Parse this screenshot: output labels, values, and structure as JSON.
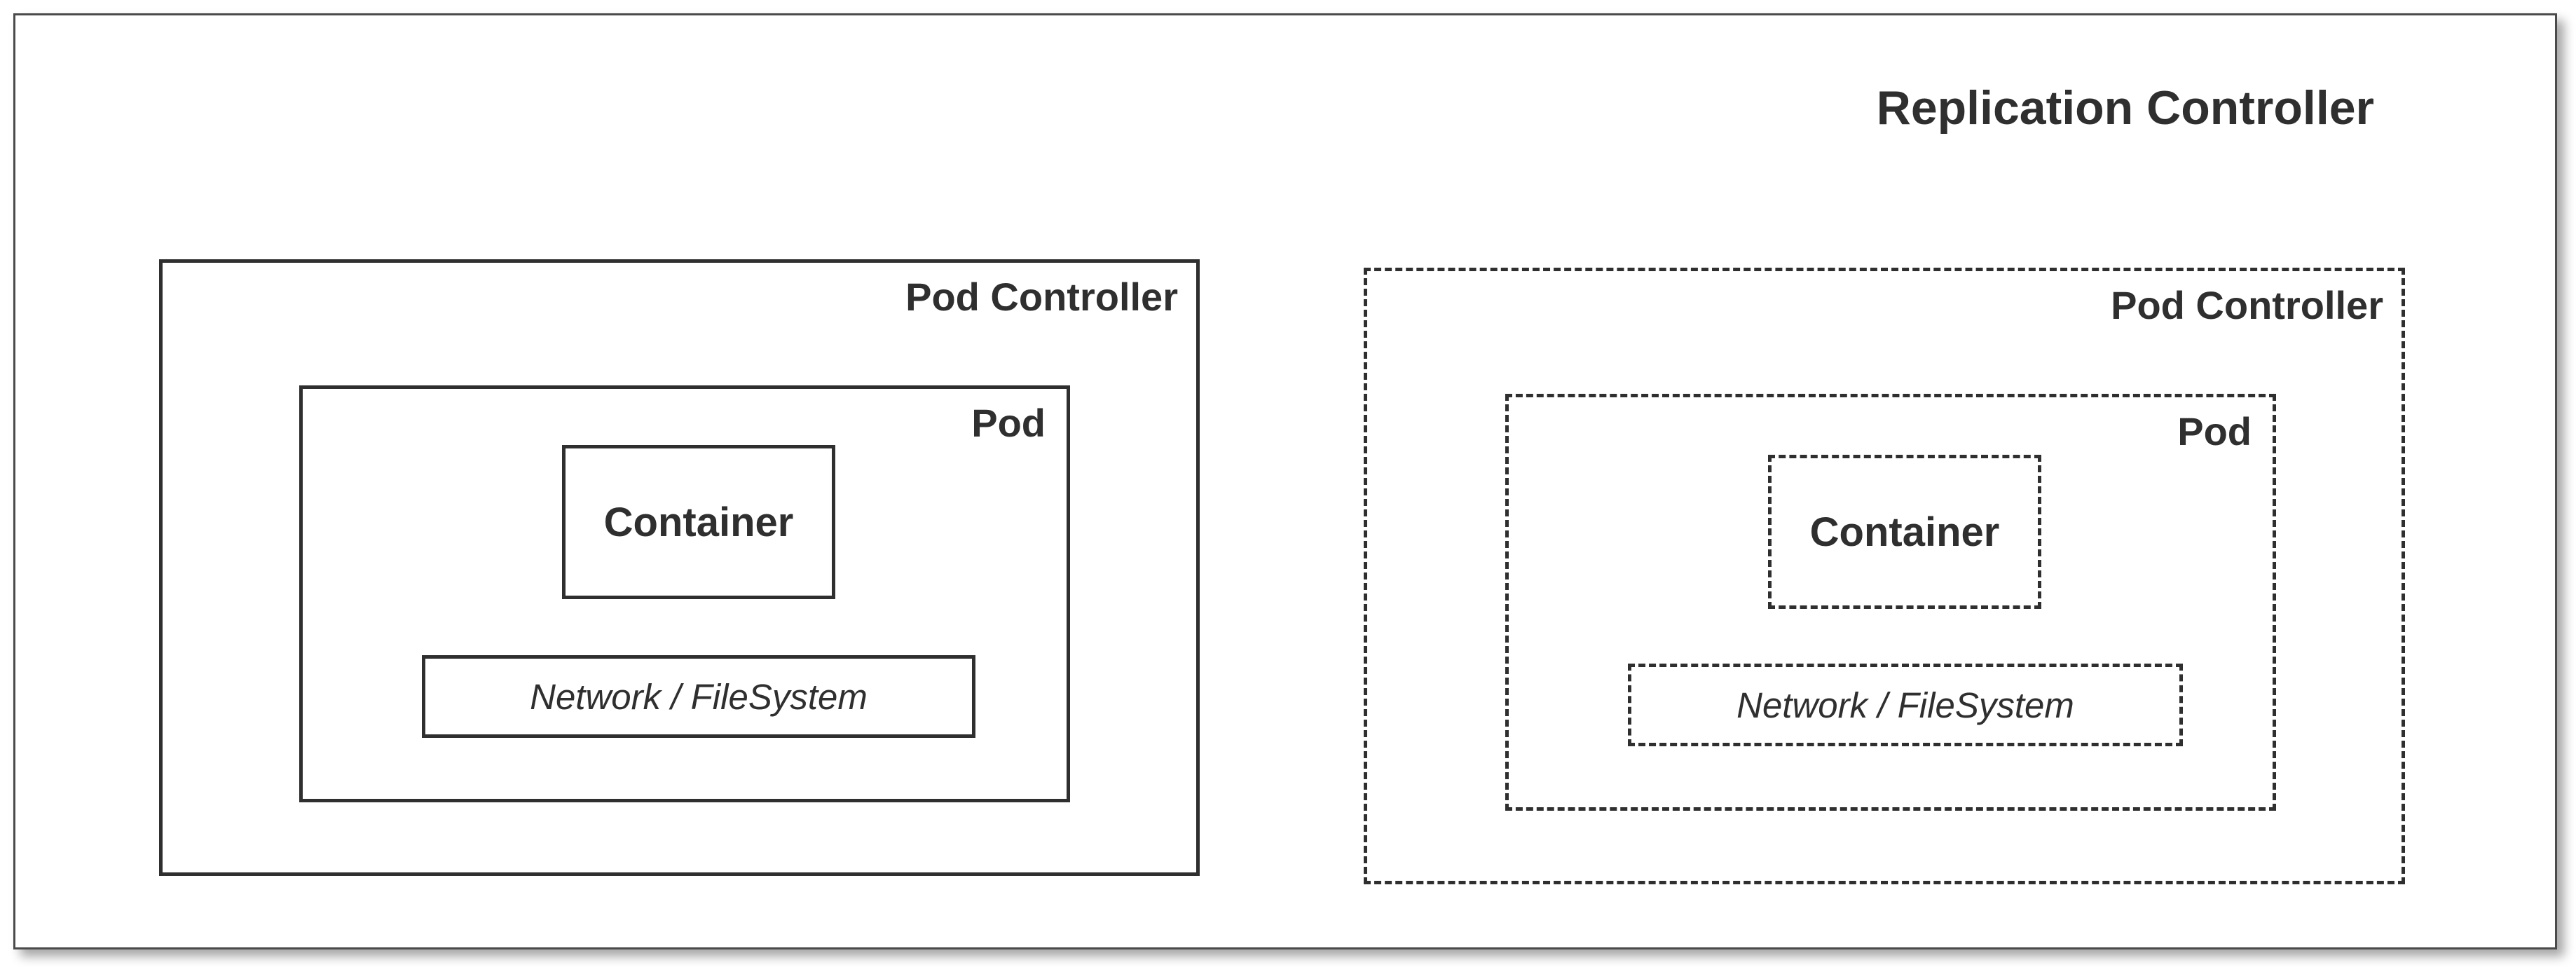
{
  "diagram": {
    "title": "Replication Controller",
    "groups": [
      {
        "style": "solid",
        "pod_controller_label": "Pod Controller",
        "pod_label": "Pod",
        "container_label": "Container",
        "network_label": "Network / FileSystem"
      },
      {
        "style": "dashed",
        "pod_controller_label": "Pod Controller",
        "pod_label": "Pod",
        "container_label": "Container",
        "network_label": "Network / FileSystem"
      }
    ]
  }
}
